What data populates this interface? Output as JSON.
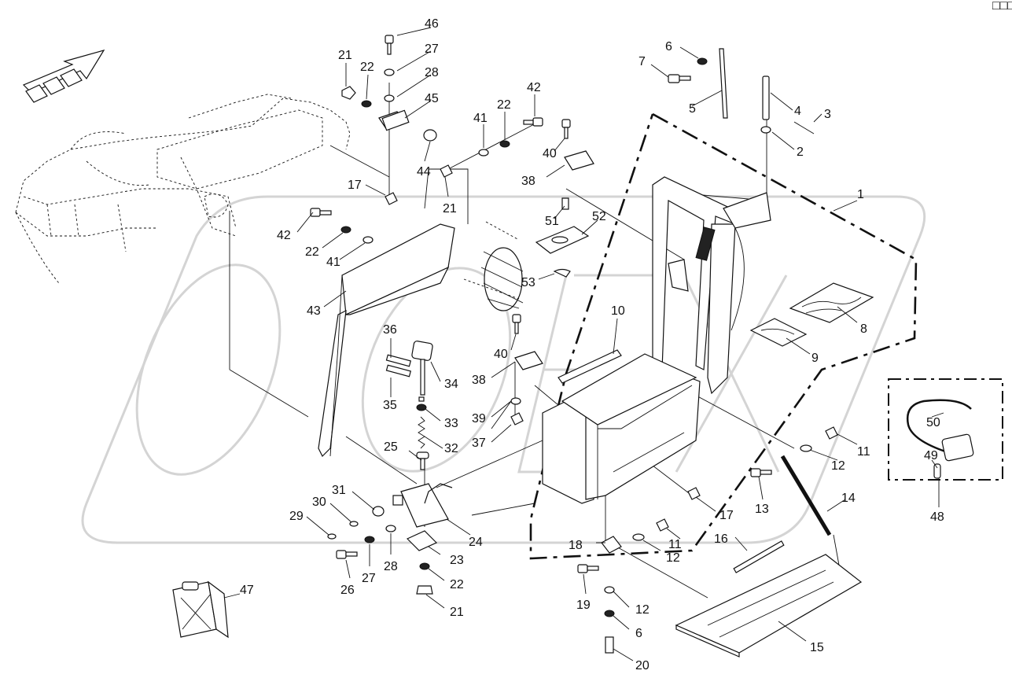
{
  "diagram": {
    "corner_mark": "□□□",
    "callouts": [
      {
        "id": "c46",
        "label": "46"
      },
      {
        "id": "c27a",
        "label": "27"
      },
      {
        "id": "c21a",
        "label": "21"
      },
      {
        "id": "c22a",
        "label": "22"
      },
      {
        "id": "c28a",
        "label": "28"
      },
      {
        "id": "c45",
        "label": "45"
      },
      {
        "id": "c42a",
        "label": "42"
      },
      {
        "id": "c22b",
        "label": "22"
      },
      {
        "id": "c41a",
        "label": "41"
      },
      {
        "id": "c40a",
        "label": "40"
      },
      {
        "id": "c44",
        "label": "44"
      },
      {
        "id": "c17a",
        "label": "17"
      },
      {
        "id": "c38a",
        "label": "38"
      },
      {
        "id": "c21b",
        "label": "21"
      },
      {
        "id": "c6a",
        "label": "6"
      },
      {
        "id": "c7",
        "label": "7"
      },
      {
        "id": "c5",
        "label": "5"
      },
      {
        "id": "c4",
        "label": "4"
      },
      {
        "id": "c3",
        "label": "3"
      },
      {
        "id": "c2",
        "label": "2"
      },
      {
        "id": "c1",
        "label": "1"
      },
      {
        "id": "c51",
        "label": "51"
      },
      {
        "id": "c52",
        "label": "52"
      },
      {
        "id": "c42b",
        "label": "42"
      },
      {
        "id": "c22c",
        "label": "22"
      },
      {
        "id": "c41b",
        "label": "41"
      },
      {
        "id": "c53",
        "label": "53"
      },
      {
        "id": "c43",
        "label": "43"
      },
      {
        "id": "c10",
        "label": "10"
      },
      {
        "id": "c8",
        "label": "8"
      },
      {
        "id": "c9",
        "label": "9"
      },
      {
        "id": "c36",
        "label": "36"
      },
      {
        "id": "c34",
        "label": "34"
      },
      {
        "id": "c40b",
        "label": "40"
      },
      {
        "id": "c38b",
        "label": "38"
      },
      {
        "id": "c35",
        "label": "35"
      },
      {
        "id": "c33",
        "label": "33"
      },
      {
        "id": "c39",
        "label": "39"
      },
      {
        "id": "c37",
        "label": "37"
      },
      {
        "id": "c32",
        "label": "32"
      },
      {
        "id": "c25",
        "label": "25"
      },
      {
        "id": "c50",
        "label": "50"
      },
      {
        "id": "c11a",
        "label": "11"
      },
      {
        "id": "c12a",
        "label": "12"
      },
      {
        "id": "c49",
        "label": "49"
      },
      {
        "id": "c13",
        "label": "13"
      },
      {
        "id": "c14",
        "label": "14"
      },
      {
        "id": "c48",
        "label": "48"
      },
      {
        "id": "c31",
        "label": "31"
      },
      {
        "id": "c30",
        "label": "30"
      },
      {
        "id": "c29",
        "label": "29"
      },
      {
        "id": "c17b",
        "label": "17"
      },
      {
        "id": "c24",
        "label": "24"
      },
      {
        "id": "c16",
        "label": "16"
      },
      {
        "id": "c11b",
        "label": "11"
      },
      {
        "id": "c18",
        "label": "18"
      },
      {
        "id": "c12b",
        "label": "12"
      },
      {
        "id": "c23",
        "label": "23"
      },
      {
        "id": "c26",
        "label": "26"
      },
      {
        "id": "c27b",
        "label": "27"
      },
      {
        "id": "c28b",
        "label": "28"
      },
      {
        "id": "c22d",
        "label": "22"
      },
      {
        "id": "c47",
        "label": "47"
      },
      {
        "id": "c19",
        "label": "19"
      },
      {
        "id": "c12c",
        "label": "12"
      },
      {
        "id": "c21c",
        "label": "21"
      },
      {
        "id": "c6b",
        "label": "6"
      },
      {
        "id": "c15",
        "label": "15"
      },
      {
        "id": "c20",
        "label": "20"
      }
    ]
  }
}
